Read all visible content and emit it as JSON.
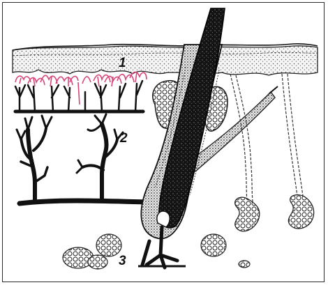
{
  "diagram": {
    "labels": [
      {
        "id": "1",
        "text": "1"
      },
      {
        "id": "2",
        "text": "2"
      },
      {
        "id": "3",
        "text": "3"
      }
    ],
    "colors": {
      "ink": "#111111",
      "capillary": "#d8457a",
      "epidermis_fill": "#f4f4f4",
      "background": "#ffffff"
    }
  }
}
